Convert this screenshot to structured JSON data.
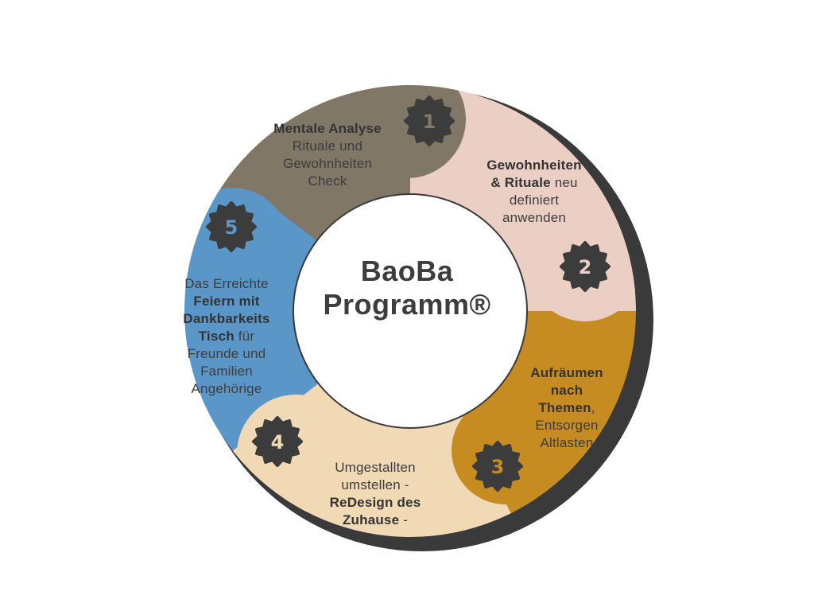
{
  "title": {
    "line1": "BaoBa",
    "line2": "Programm®"
  },
  "colors": {
    "step1": "#807767",
    "step2": "#ebcfc4",
    "step3": "#c68c22",
    "step4": "#f1d9b6",
    "step5": "#5b96c8",
    "badge": "#3c3c3c",
    "shadow": "#3a3a3a"
  },
  "steps": [
    {
      "number": "1",
      "bold": "Mentale Analyse",
      "text_lines": [
        "Rituale und",
        "Gewohnheiten",
        "Check"
      ]
    },
    {
      "number": "2",
      "bold_lines": [
        "Gewohnheiten",
        "& Rituale"
      ],
      "suffix": " neu",
      "text_lines": [
        "definiert",
        "anwenden"
      ]
    },
    {
      "number": "3",
      "bold_lines": [
        "Aufräumen",
        "nach",
        "Themen"
      ],
      "suffix": ",",
      "text_lines": [
        "Entsorgen",
        "Altlasten"
      ]
    },
    {
      "number": "4",
      "text_lines": [
        "Umgestallten",
        "umstellen -"
      ],
      "bold": "ReDesign des",
      "bold2": "Zuhause",
      "suffix": " -"
    },
    {
      "number": "5",
      "text_line0": "Das Erreichte",
      "bold_lines": [
        "Feiern mit",
        "Dankbarkeits",
        "Tisch"
      ],
      "suffix": " für",
      "text_lines": [
        "Freunde und",
        "Familien",
        "Angehörige"
      ]
    }
  ]
}
